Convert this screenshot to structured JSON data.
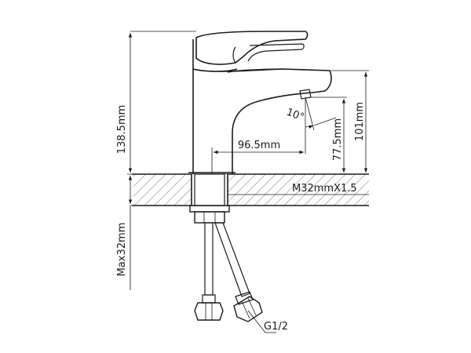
{
  "dimensions": {
    "overall_height": "138.5mm",
    "spout_height": "101mm",
    "outlet_height": "77.5mm",
    "spout_reach": "96.5mm",
    "outlet_angle": "10°",
    "thread": "M32mmX1.5",
    "max_deck_thickness": "Max32mm",
    "hose_thread": "G1/2"
  },
  "colors": {
    "ink": "#1a1a1a",
    "background": "#ffffff"
  }
}
